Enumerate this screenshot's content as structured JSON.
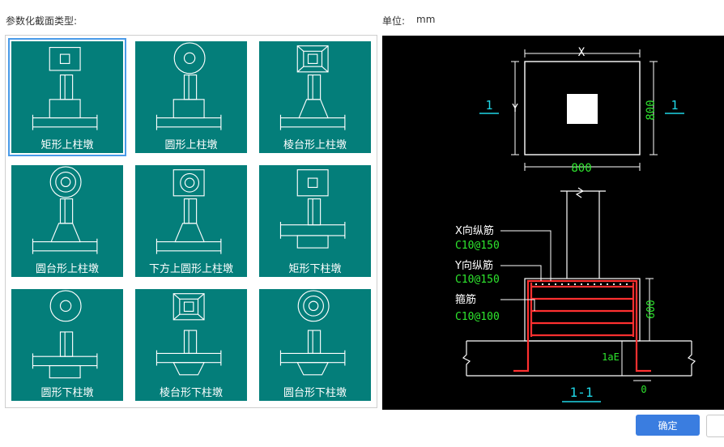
{
  "header": {
    "type_label": "参数化截面类型:",
    "unit_label": "单位:",
    "unit_value": "mm"
  },
  "types": [
    {
      "name": "rect-upper",
      "label": "矩形上柱墩",
      "selected": true
    },
    {
      "name": "circle-upper",
      "label": "圆形上柱墩"
    },
    {
      "name": "frustum-upper",
      "label": "棱台形上柱墩"
    },
    {
      "name": "cone-upper",
      "label": "圆台形上柱墩"
    },
    {
      "name": "square-lower-circle-upper",
      "label": "下方上圆形上柱墩"
    },
    {
      "name": "rect-lower",
      "label": "矩形下柱墩"
    },
    {
      "name": "circle-lower",
      "label": "圆形下柱墩"
    },
    {
      "name": "frustum-lower",
      "label": "棱台形下柱墩"
    },
    {
      "name": "cone-lower",
      "label": "圆台形下柱墩"
    }
  ],
  "preview": {
    "dim_x": "X",
    "dim_y": "Y",
    "width_value": "800",
    "height_value": "800",
    "section_mark": "1",
    "x_rebar_label": "X向纵筋",
    "x_rebar_value": "C10@150",
    "y_rebar_label": "Y向纵筋",
    "y_rebar_value": "C10@150",
    "stirrup_label": "箍筋",
    "stirrup_value": "C10@100",
    "pier_height": "600",
    "anchor_label": "1aE",
    "offset_value": "0",
    "section_title": "1-1"
  },
  "buttons": {
    "ok": "确定"
  }
}
